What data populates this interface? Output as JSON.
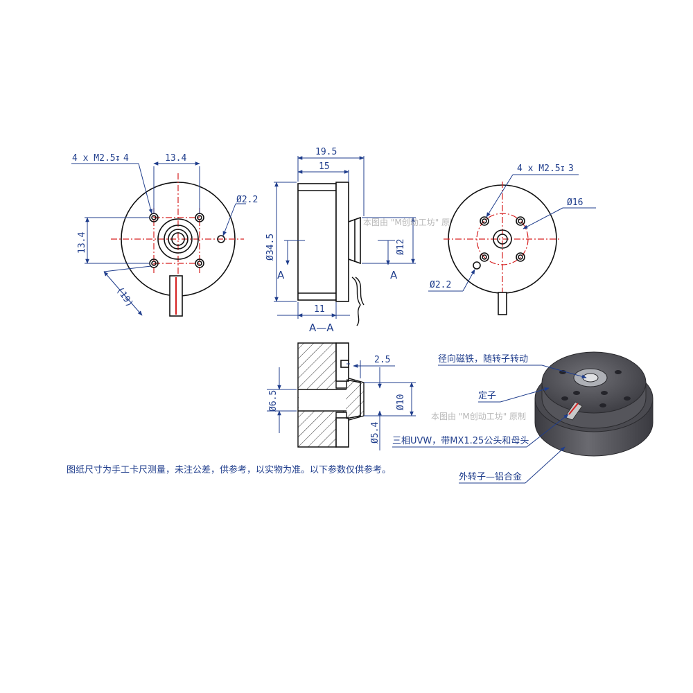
{
  "front_view": {
    "holes_label": "4 x M2.5",
    "holes_depth": "4",
    "spacing_h": "13.4",
    "spacing_v": "13.4",
    "small_hole_dia": "Ø2.2",
    "diag_span": "(19)"
  },
  "side_view": {
    "len_total": "19.5",
    "len_body": "15",
    "dia_body": "Ø34.5",
    "dia_shaft": "Ø12",
    "len_bottom": "11",
    "section_mark_left": "A",
    "section_mark_right": "A",
    "section_title": "A—A"
  },
  "rear_view": {
    "holes_label": "4 x M2.5",
    "holes_depth": "3",
    "pcd": "Ø16",
    "small_hole_dia": "Ø2.2"
  },
  "section_view": {
    "dim_step": "2.5",
    "dim_bore": "Ø6.5",
    "dim_outer": "Ø10",
    "dim_inner": "Ø5.4"
  },
  "callouts": {
    "magnet": "径向磁铁，随转子转动",
    "stator": "定子",
    "wiring": "三相UVW，带MX1.25公头和母头",
    "rotor": "外转子—铝合金"
  },
  "note": "图纸尺寸为手工卡尺测量，未注公差，供参考，以实物为准。以下参数仅供参考。",
  "watermark": "本图由 \"M创动工坊\" 原制",
  "colors": {
    "dimension": "#1f3d8c",
    "centerline": "#d62020",
    "outline": "#111111"
  }
}
